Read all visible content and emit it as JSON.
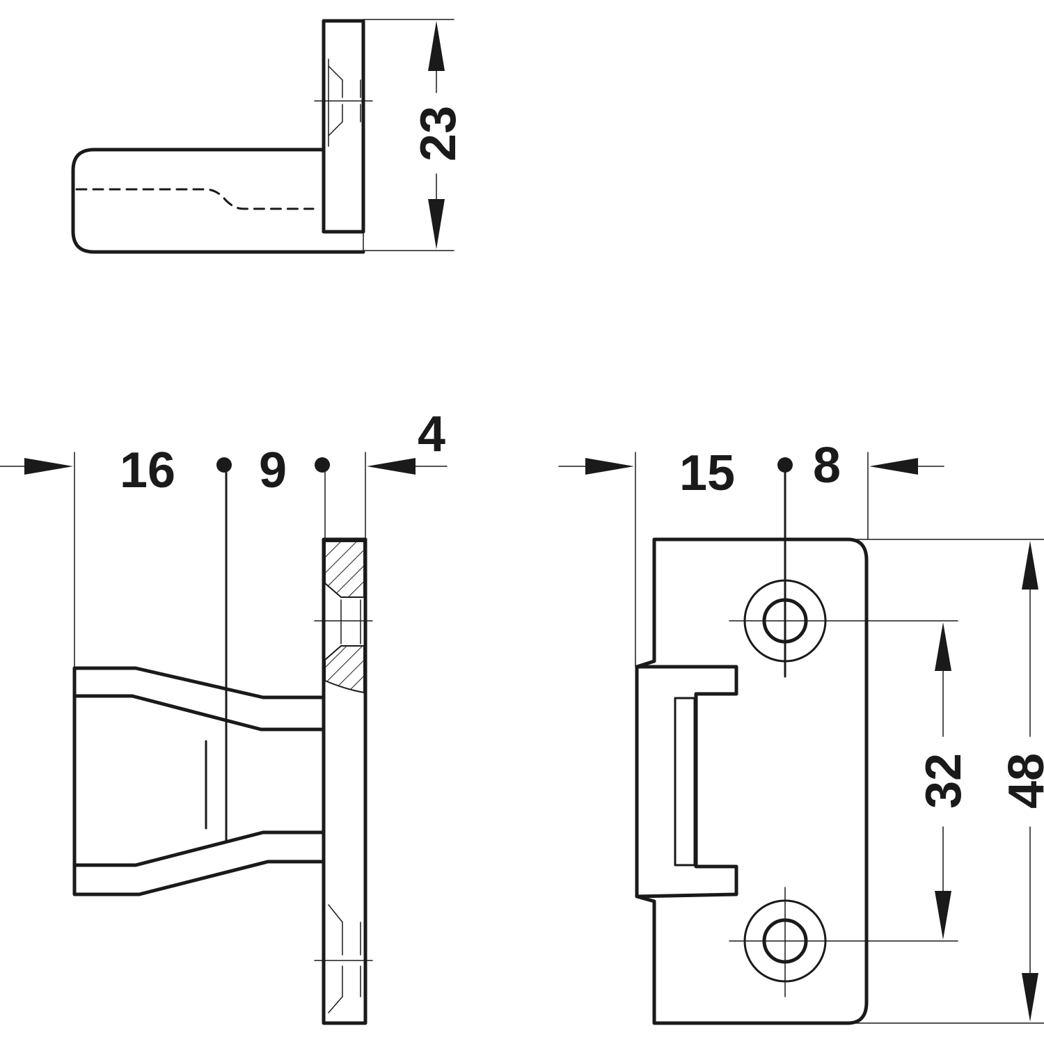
{
  "dimensions": {
    "top_height": "23",
    "side_length": "16",
    "side_mid": "9",
    "side_plate": "4",
    "front_left": "15",
    "front_right": "8",
    "front_hole_spacing": "32",
    "front_height": "48"
  },
  "colors": {
    "line": "#1a1a1a",
    "background": "#ffffff"
  }
}
